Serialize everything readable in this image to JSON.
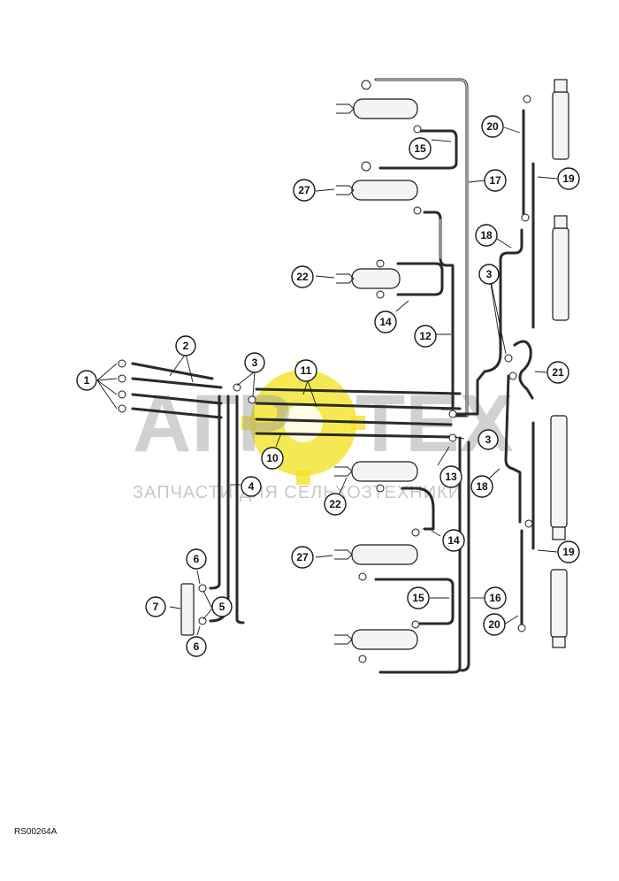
{
  "figure_code": "RS00264A",
  "watermark": {
    "logo_left": "АГР",
    "logo_right": "ТЕХ",
    "subtitle": "ЗАПЧАСТИ ДЛЯ СЕЛЬХОЗТЕХНИКИ",
    "gear_color": "#f2e21a"
  },
  "callouts": {
    "c1": "1",
    "c2": "2",
    "c3a": "3",
    "c3b": "3",
    "c3c": "3",
    "c4": "4",
    "c5": "5",
    "c6a": "6",
    "c6b": "6",
    "c7": "7",
    "c10": "10",
    "c11": "11",
    "c12": "12",
    "c13": "13",
    "c14a": "14",
    "c14b": "14",
    "c15a": "15",
    "c15b": "15",
    "c16": "16",
    "c17": "17",
    "c18a": "18",
    "c18b": "18",
    "c19a": "19",
    "c19b": "19",
    "c20a": "20",
    "c20b": "20",
    "c21": "21",
    "c22a": "22",
    "c22b": "22",
    "c27a": "27",
    "c27b": "27"
  }
}
